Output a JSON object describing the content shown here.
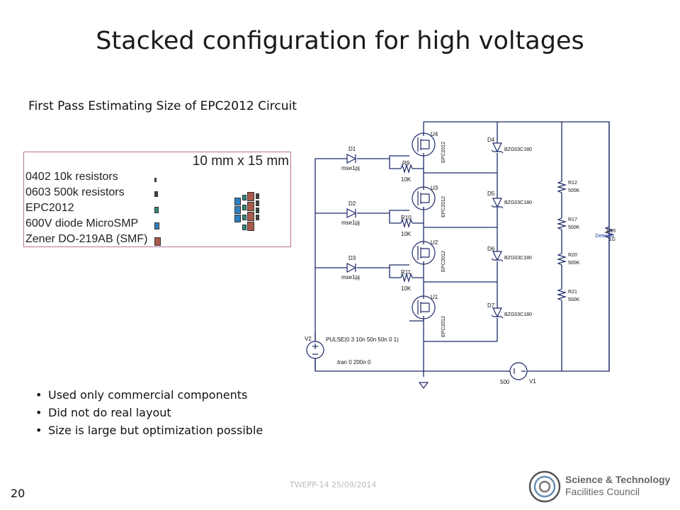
{
  "slide": {
    "title": "Stacked configuration for high voltages",
    "subtitle": "First Pass Estimating Size of EPC2012 Circuit",
    "page_number": "20",
    "footer": "TWEPP-14 25/09/2014"
  },
  "size_box": {
    "dimension": "10 mm x 15 mm",
    "components": [
      {
        "label": "0402 10k resistors",
        "color": "#555555"
      },
      {
        "label": "0603 500k resistors",
        "color": "#3b4a3f"
      },
      {
        "label": "EPC2012",
        "color": "#2e8b7a"
      },
      {
        "label": "600V diode MicroSMP",
        "color": "#2f7fbf"
      },
      {
        "label": "Zener DO-219AB (SMF)",
        "color": "#a85a4c"
      }
    ]
  },
  "bullets": [
    "Used only commercial components",
    "Did not do real layout",
    "Size is large but optimization possible"
  ],
  "logo": {
    "line1": "Science & Technology",
    "line2": "Facilities Council",
    "icon": "stfc-logo-icon"
  },
  "schematic": {
    "diodes": [
      {
        "ref": "D1",
        "value": "mse1pj"
      },
      {
        "ref": "D2",
        "value": "mse1pj"
      },
      {
        "ref": "D3",
        "value": "mse1pj"
      }
    ],
    "gate_resistors": [
      {
        "ref": "R9",
        "value": "10K"
      },
      {
        "ref": "R10",
        "value": "10K"
      },
      {
        "ref": "R11",
        "value": "10K"
      }
    ],
    "transistors": [
      {
        "ref": "U4",
        "part": "EPC2012"
      },
      {
        "ref": "U3",
        "part": "EPC2012"
      },
      {
        "ref": "U2",
        "part": "EPC2012"
      },
      {
        "ref": "U1",
        "part": "EPC2012"
      }
    ],
    "zeners": [
      {
        "ref": "D4",
        "value": "BZG03C180"
      },
      {
        "ref": "D5",
        "value": "BZG03C180"
      },
      {
        "ref": "D6",
        "value": "BZG03C180"
      },
      {
        "ref": "D7",
        "value": "BZG03C180"
      }
    ],
    "divider_resistors": [
      {
        "ref": "R12",
        "value": "500K"
      },
      {
        "ref": "R17",
        "value": "500K"
      },
      {
        "ref": "R20",
        "value": "500K"
      },
      {
        "ref": "R21",
        "value": "500K"
      }
    ],
    "detector_resistor": {
      "ref": "R13",
      "value": "1G",
      "net": "Detector"
    },
    "pulse_source": {
      "ref": "V2",
      "spec": "PULSE(0 3 10n 50n 50n 0 1)",
      "directive": ".tran 0 200n 0"
    },
    "hv_source": {
      "ref": "V1",
      "value": "500"
    }
  }
}
